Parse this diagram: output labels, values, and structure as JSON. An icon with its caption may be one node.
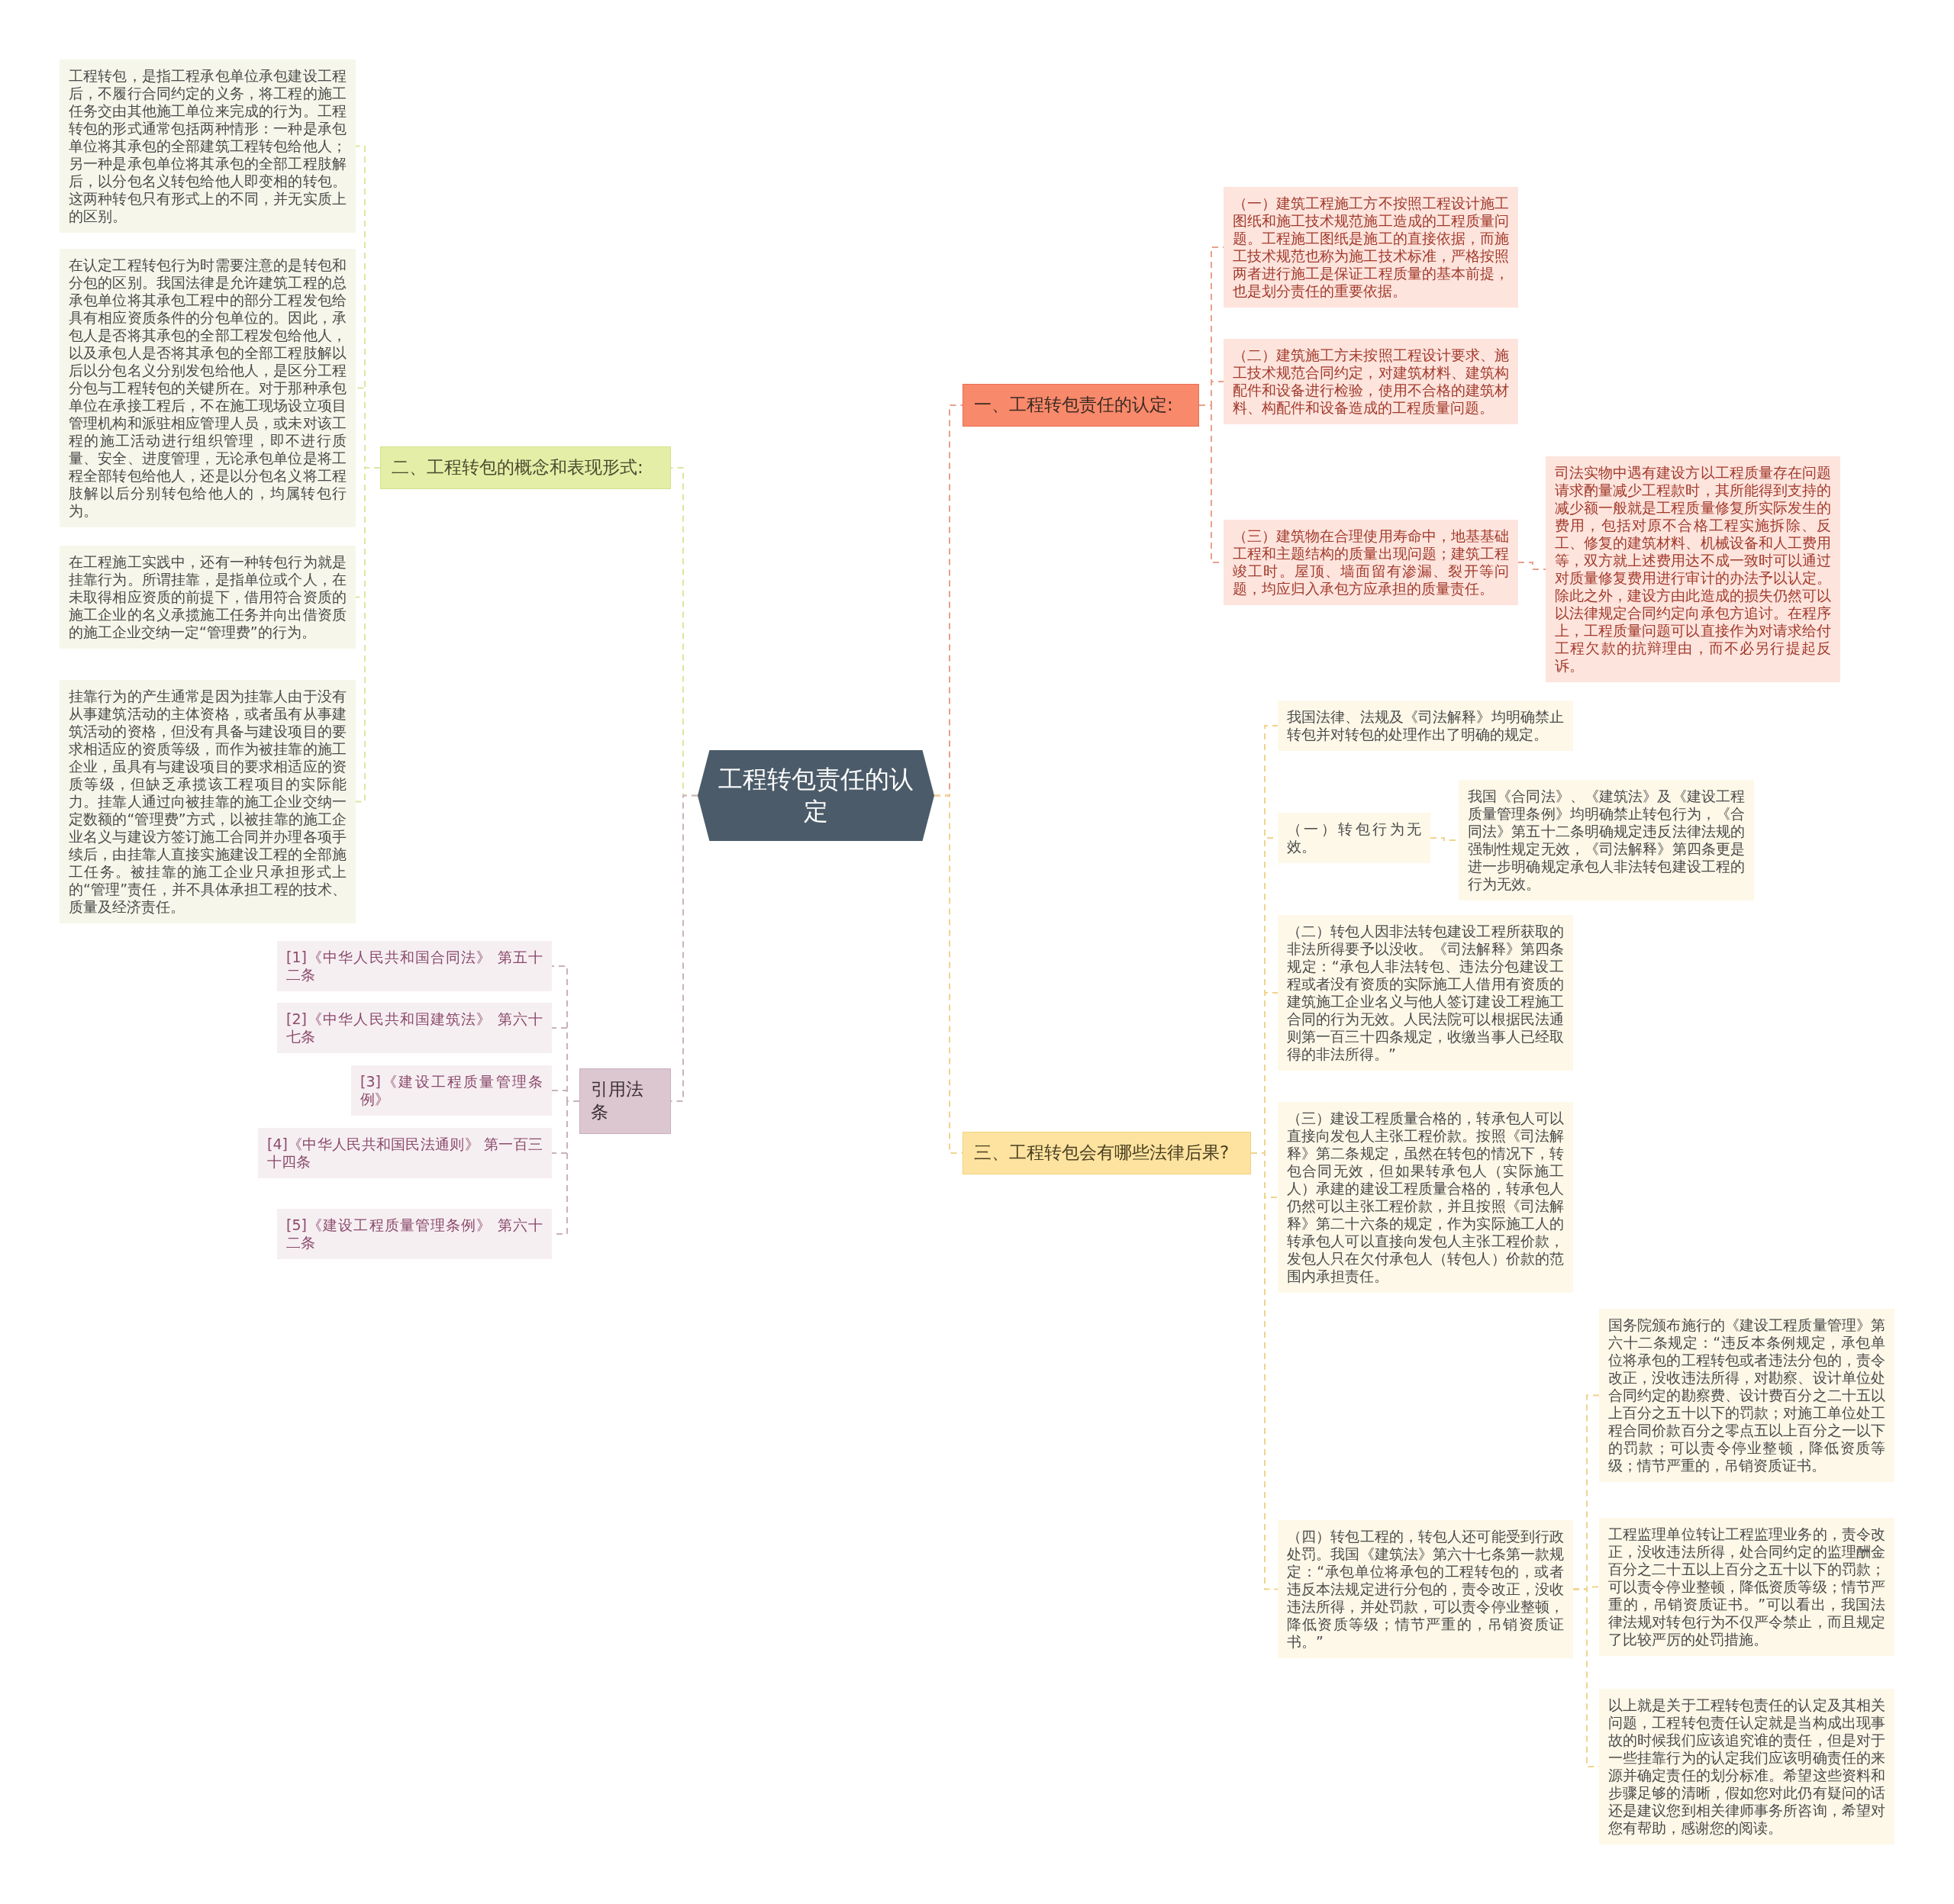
{
  "diagram": {
    "nodes": [
      {
        "text": [
          "工程转包责任的认定"
        ]
      },
      {
        "text": [
          "一、工程转包责任的认定:"
        ]
      },
      {
        "text": [
          "（一）建筑工程施工方不按照工程设计施工图纸和施工技术规范施工造成的工程质量问题。工程施工图纸是施工的直接依据，而施工技术规范也称为施工技术标准，严格按照两者进行施工是保证工程质量的基本前提，也是划分责任的重要依据。"
        ]
      },
      {
        "text": [
          "（二）建筑施工方未按照工程设计要求、施工技术规范合同约定，对建筑材料、建筑构配件和设备进行检验，使用不合格的建筑材料、构配件和设备造成的工程质量问题。"
        ]
      },
      {
        "text": [
          "（三）建筑物在合理使用寿命中，地基基础工程和主题结构的质量出现问题；建筑工程竣工时。屋顶、墙面留有渗漏、裂开等问题，均应归入承包方应承担的质量责任。"
        ]
      },
      {
        "text": [
          "司法实物中遇有建设方以工程质量存在问题请求酌量减少工程款时，其所能得到支持的减少额一般就是工程质量修复所实际发生的费用，包括对原不合格工程实施拆除、反工、修复的建筑材料、机械设备和人工费用等，双方就上述费用达不成一致时可以通过对质量修复费用进行审计的办法予以认定。除此之外，建设方由此造成的损失仍然可以以法律规定合同约定向承包方追讨。在程序上，工程质量问题可以直接作为对请求给付工程欠款的抗辩理由，而不必另行提起反诉。"
        ]
      },
      {
        "text": [
          "二、工程转包的概念和表现形式:"
        ]
      },
      {
        "text": [
          "工程转包，是指工程承包单位承包建设工程后，不履行合同约定的义务，将工程的施工任务交由其他施工单位来完成的行为。工程转包的形式通常包括两种情形：一种是承包单位将其承包的全部建筑工程转包给他人；另一种是承包单位将其承包的全部工程肢解后，以分包名义转包给他人即变相的转包。这两种转包只有形式上的不同，并无实质上的区别。"
        ]
      },
      {
        "text": [
          "在认定工程转包行为时需要注意的是转包和分包的区别。我国法律是允许建筑工程的总承包单位将其承包工程中的部分工程发包给具有相应资质条件的分包单位的。因此，承包人是否将其承包的全部工程发包给他人，以及承包人是否将其承包的全部工程肢解以后以分包名义分别发包给他人，是区分工程分包与工程转包的关键所在。对于那种承包单位在承接工程后，不在施工现场设立项目管理机构和派驻相应管理人员，或未对该工程的施工活动进行组织管理，即不进行质量、安全、进度管理，无论承包单位是将工程全部转包给他人，还是以分包名义将工程肢解以后分别转包给他人的，均属转包行为。"
        ]
      },
      {
        "text": [
          "在工程施工实践中，还有一种转包行为就是挂靠行为。所谓挂靠，是指单位或个人，在未取得相应资质的前提下，借用符合资质的施工企业的名义承揽施工任务并向出借资质的施工企业交纳一定“管理费”的行为。"
        ]
      },
      {
        "text": [
          "挂靠行为的产生通常是因为挂靠人由于没有从事建筑活动的主体资格，或者虽有从事建筑活动的资格，但没有具备与建设项目的要求相适应的资质等级，而作为被挂靠的施工企业，虽具有与建设项目的要求相适应的资质等级，但缺乏承揽该工程项目的实际能力。挂靠人通过向被挂靠的施工企业交纳一定数额的“管理费”方式，以被挂靠的施工企业名义与建设方签订施工合同并办理各项手续后，由挂靠人直接实施建设工程的全部施工任务。被挂靠的施工企业只承担形式上的“管理”责任，并不具体承担工程的技术、质量及经济责任。"
        ]
      },
      {
        "text": [
          "引用法条"
        ]
      },
      {
        "text": [
          "[1]《中华人民共和国合同法》 第五十二条"
        ]
      },
      {
        "text": [
          "[2]《中华人民共和国建筑法》 第六十七条"
        ]
      },
      {
        "text": [
          "[3]《建设工程质量管理条例》"
        ]
      },
      {
        "text": [
          "[4]《中华人民共和国民法通则》 第一百三十四条"
        ]
      },
      {
        "text": [
          "[5]《建设工程质量管理条例》 第六十二条"
        ]
      },
      {
        "text": [
          "三、工程转包会有哪些法律后果?"
        ]
      },
      {
        "text": [
          "我国法律、法规及《司法解释》均明确禁止转包并对转包的处理作出了明确的规定。"
        ]
      },
      {
        "text": [
          "（一）转包行为无效。"
        ]
      },
      {
        "text": [
          "我国《合同法》、《建筑法》及《建设工程质量管理条例》均明确禁止转包行为，《合同法》第五十二条明确规定违反法律法规的强制性规定无效，《司法解释》第四条更是进一步明确规定承包人非法转包建设工程的行为无效。"
        ]
      },
      {
        "text": [
          "（二）转包人因非法转包建设工程所获取的非法所得要予以没收。《司法解释》第四条规定：“承包人非法转包、违法分包建设工程或者没有资质的实际施工人借用有资质的建筑施工企业名义与他人签订建设工程施工合同的行为无效。人民法院可以根据民法通则第一百三十四条规定，收缴当事人已经取得的非法所得。”"
        ]
      },
      {
        "text": [
          "（三）建设工程质量合格的，转承包人可以直接向发包人主张工程价款。按照《司法解释》第二条规定，虽然在转包的情况下，转包合同无效，但如果转承包人（实际施工人）承建的建设工程质量合格的，转承包人仍然可以主张工程价款，并且按照《司法解释》第二十六条的规定，作为实际施工人的转承包人可以直接向发包人主张工程价款，发包人只在欠付承包人（转包人）价款的范围内承担责任。"
        ]
      },
      {
        "text": [
          "（四）转包工程的，转包人还可能受到行政处罚。我国《建筑法》第六十七条第一款规定：“承包单位将承包的工程转包的，或者违反本法规定进行分包的，责令改正，没收违法所得，并处罚款，可以责令停业整顿，降低资质等级；情节严重的，吊销资质证书。”"
        ]
      },
      {
        "text": [
          "国务院颁布施行的《建设工程质量管理》第六十二条规定：“违反本条例规定，承包单位将承包的工程转包或者违法分包的，责令改正，没收违法所得，对勘察、设计单位处合同约定的勘察费、设计费百分之二十五以上百分之五十以下的罚款；对施工单位处工程合同价款百分之零点五以上百分之一以下的罚款；可以责令停业整顿，降低资质等级；情节严重的，吊销资质证书。"
        ]
      },
      {
        "text": [
          "工程监理单位转让工程监理业务的，责令改正，没收违法所得，处合同约定的监理酬金百分之二十五以上百分之五十以下的罚款；可以责令停业整顿，降低资质等级；情节严重的，吊销资质证书。”可以看出，我国法律法规对转包行为不仅严令禁止，而且规定了比较严厉的处罚措施。"
        ]
      },
      {
        "text": [
          "以上就是关于工程转包责任的认定及其相关问题，工程转包责任认定就是当构成出现事故的时候我们应该追究谁的责任，但是对于一些挂靠行为的认定我们应该明确责任的来源并确定责任的划分标准。希望这些资料和步骤足够的清晰，假如您对此仍有疑问的话还是建议您到相关律师事务所咨询，希望对您有帮助，感谢您的阅读。"
        ]
      }
    ],
    "edges": [
      {
        "from": 0,
        "to": 1,
        "arrow": "none",
        "style": "dashed",
        "color": "#e9a08a"
      },
      {
        "from": 1,
        "to": 2,
        "arrow": "none",
        "style": "dashed",
        "color": "#e9a08a"
      },
      {
        "from": 1,
        "to": 3,
        "arrow": "none",
        "style": "dashed",
        "color": "#e9a08a"
      },
      {
        "from": 1,
        "to": 4,
        "arrow": "none",
        "style": "dashed",
        "color": "#e9a08a"
      },
      {
        "from": 4,
        "to": 5,
        "arrow": "none",
        "style": "dashed",
        "color": "#e9a08a"
      },
      {
        "from": 0,
        "to": 6,
        "arrow": "none",
        "style": "dashed",
        "color": "#dde6a0"
      },
      {
        "from": 6,
        "to": 7,
        "arrow": "none",
        "style": "dashed",
        "color": "#dde6a0"
      },
      {
        "from": 6,
        "to": 8,
        "arrow": "none",
        "style": "dashed",
        "color": "#dde6a0"
      },
      {
        "from": 6,
        "to": 9,
        "arrow": "none",
        "style": "dashed",
        "color": "#dde6a0"
      },
      {
        "from": 6,
        "to": 10,
        "arrow": "none",
        "style": "dashed",
        "color": "#dde6a0"
      },
      {
        "from": 0,
        "to": 11,
        "arrow": "none",
        "style": "dashed",
        "color": "#c9b3bd"
      },
      {
        "from": 11,
        "to": 12,
        "arrow": "none",
        "style": "dashed",
        "color": "#c9b3bd"
      },
      {
        "from": 11,
        "to": 13,
        "arrow": "none",
        "style": "dashed",
        "color": "#c9b3bd"
      },
      {
        "from": 11,
        "to": 14,
        "arrow": "none",
        "style": "dashed",
        "color": "#c9b3bd"
      },
      {
        "from": 11,
        "to": 15,
        "arrow": "none",
        "style": "dashed",
        "color": "#c9b3bd"
      },
      {
        "from": 11,
        "to": 16,
        "arrow": "none",
        "style": "dashed",
        "color": "#c9b3bd"
      },
      {
        "from": 0,
        "to": 17,
        "arrow": "none",
        "style": "dashed"
      },
      {
        "from": 17,
        "to": 18,
        "arrow": "none",
        "style": "dashed"
      },
      {
        "from": 17,
        "to": 19,
        "arrow": "none",
        "style": "dashed"
      },
      {
        "from": 19,
        "to": 20,
        "arrow": "none",
        "style": "dashed"
      },
      {
        "from": 17,
        "to": 21,
        "arrow": "none",
        "style": "dashed"
      },
      {
        "from": 17,
        "to": 22,
        "arrow": "none",
        "style": "dashed"
      },
      {
        "from": 17,
        "to": 23,
        "arrow": "none",
        "style": "dashed"
      },
      {
        "from": 23,
        "to": 24,
        "arrow": "none",
        "style": "dashed"
      },
      {
        "from": 23,
        "to": 25,
        "arrow": "none",
        "style": "dashed"
      },
      {
        "from": 23,
        "to": 26,
        "arrow": "none",
        "style": "dashed"
      }
    ]
  }
}
